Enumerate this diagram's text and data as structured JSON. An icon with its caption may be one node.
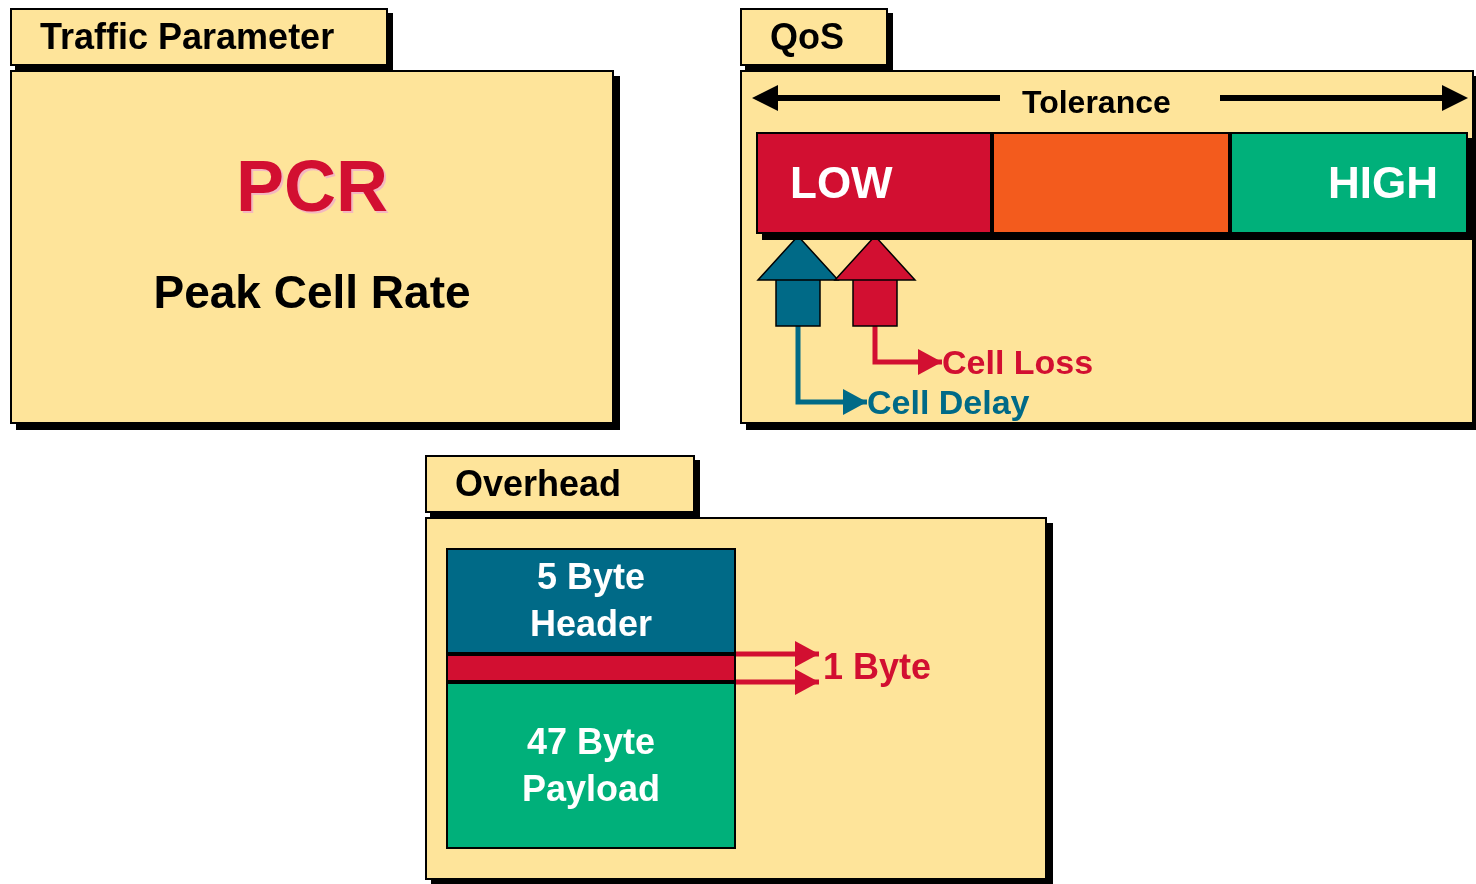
{
  "diagram": {
    "nodes": [
      {
        "text": [
          "Traffic Parameter",
          "PCR",
          "Peak Cell Rate"
        ]
      },
      {
        "text": [
          "QoS"
        ]
      },
      {
        "text": [
          "LOW"
        ],
        "in": 1
      },
      {
        "text": [],
        "shape": "bar",
        "in": 1
      },
      {
        "text": [
          "HIGH"
        ],
        "in": 1
      },
      {
        "text": [
          "Cell Loss"
        ],
        "in": 1
      },
      {
        "text": [
          "Cell Delay"
        ],
        "in": 1
      },
      {
        "text": [
          "Overhead"
        ]
      },
      {
        "text": [
          "5 Byte Header"
        ],
        "in": 7
      },
      {
        "text": [],
        "shape": "bar",
        "in": 7
      },
      {
        "text": [
          "47 Byte Payload"
        ],
        "in": 7
      },
      {
        "text": [
          "1 Byte"
        ],
        "in": 7
      }
    ],
    "edges": [
      {
        "from": 2,
        "to": 6,
        "arrow": "both",
        "color": "#006a87"
      },
      {
        "from": 2,
        "to": 5,
        "arrow": "both"
      },
      {
        "from": 9,
        "to": 11,
        "arrow": "to"
      },
      {
        "from": 9,
        "to": 11,
        "arrow": "to"
      }
    ],
    "labels": [
      "Tolerance"
    ]
  }
}
